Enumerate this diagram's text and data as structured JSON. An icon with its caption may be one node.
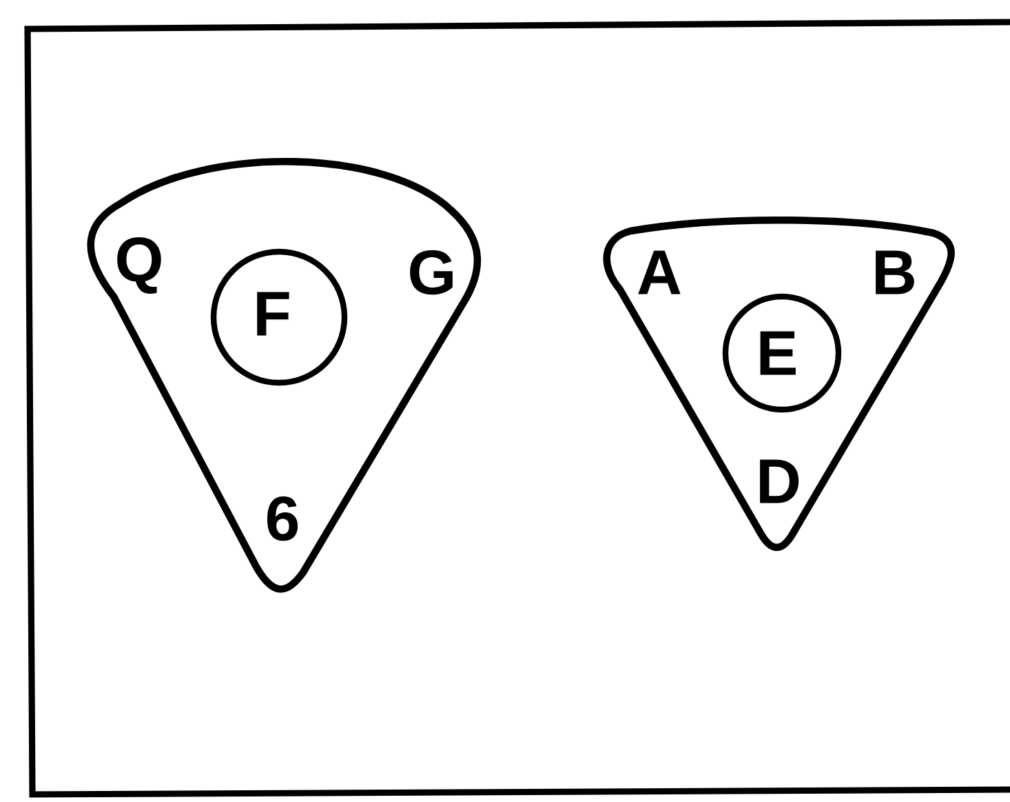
{
  "diagram": {
    "nodes": [
      {
        "text": [
          "Q",
          "G",
          "6"
        ]
      },
      {
        "text": [
          "F"
        ],
        "in": 0
      },
      {
        "text": [
          "A",
          "B",
          "D"
        ]
      },
      {
        "text": [
          "E"
        ],
        "in": 2
      }
    ],
    "edges": []
  }
}
